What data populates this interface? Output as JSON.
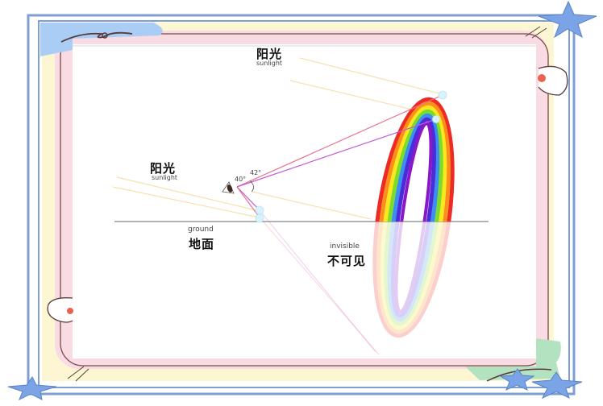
{
  "diagram": {
    "labels": {
      "sunlight_top_zh": "阳光",
      "sunlight_top_en": "sunlight",
      "sunlight_left_zh": "阳光",
      "sunlight_left_en": "sunlight",
      "ground_en": "ground",
      "ground_zh": "地面",
      "invisible_en": "invisible",
      "invisible_zh": "不可见",
      "angle_inner": "40°",
      "angle_outer": "42°"
    },
    "colors": {
      "frame_blue": "#7f9fd3",
      "frame_yellow": "#fdf6d3",
      "frame_pink": "#f9dbe4",
      "frame_brown": "#7a4a45",
      "corner_blue_blob": "#a9cdf4",
      "corner_green_blob": "#b3e2c0",
      "star": "#7ba4e6",
      "ground_line": "#999999",
      "red_ray": "#e8708a",
      "violet_ray": "#c35bd6",
      "sun_ray": "#f6e2b0",
      "droplet": "#d8f2fb"
    },
    "rainbow_bands": [
      "#ee2a24",
      "#fb8f1c",
      "#fbe71e",
      "#7ddc2a",
      "#3a8ff0",
      "#4c2bd8",
      "#8a17c8"
    ]
  }
}
